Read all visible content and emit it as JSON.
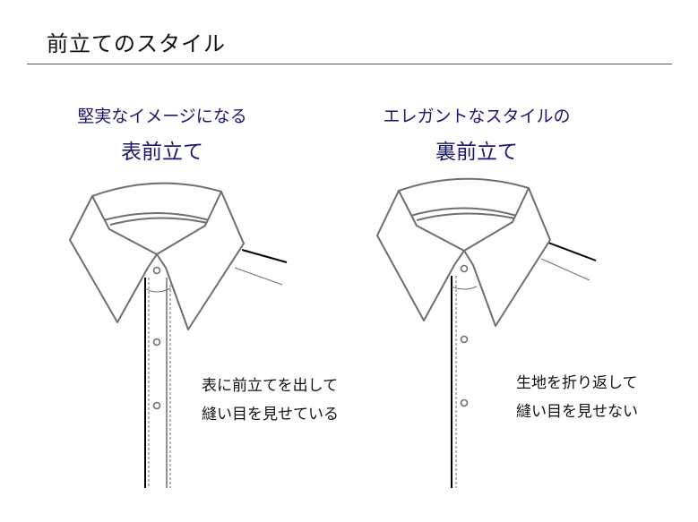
{
  "page": {
    "title": "前立てのスタイル"
  },
  "left": {
    "subtitle": "堅実なイメージになる",
    "heading": "表前立て",
    "note_line1": "表に前立てを出して",
    "note_line2": "縫い目を見せている"
  },
  "right": {
    "subtitle": "エレガントなスタイルの",
    "heading": "裏前立て",
    "note_line1": "生地を折り返して",
    "note_line2": "縫い目を見せない"
  },
  "colors": {
    "heading": "#1a1870",
    "collar_stroke": "#6b716d",
    "placket_stroke": "#000000"
  }
}
